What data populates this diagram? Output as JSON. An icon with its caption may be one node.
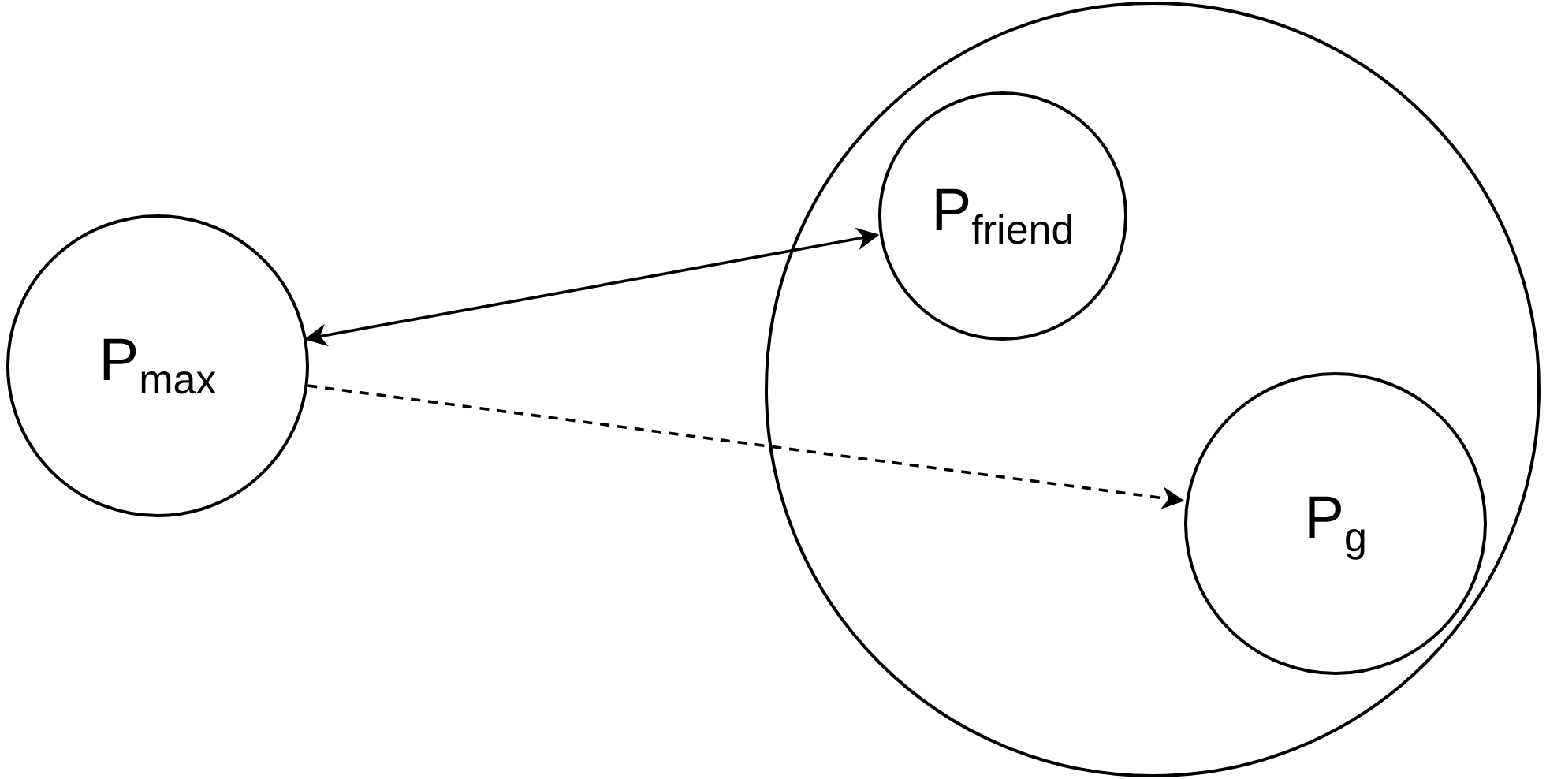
{
  "diagram": {
    "nodes": [
      {
        "text": [
          "P$_{max}$"
        ]
      },
      {
        "text": [],
        "shape": "circle"
      },
      {
        "text": [
          "P$_{friend}$"
        ],
        "in": 1
      },
      {
        "text": [
          "P$_{g}$"
        ],
        "in": 1
      }
    ],
    "edges": [
      {
        "from": 0,
        "to": 2,
        "arrow": "both"
      },
      {
        "from": 0,
        "to": 3,
        "arrow": "to",
        "style": "dashed"
      }
    ]
  }
}
